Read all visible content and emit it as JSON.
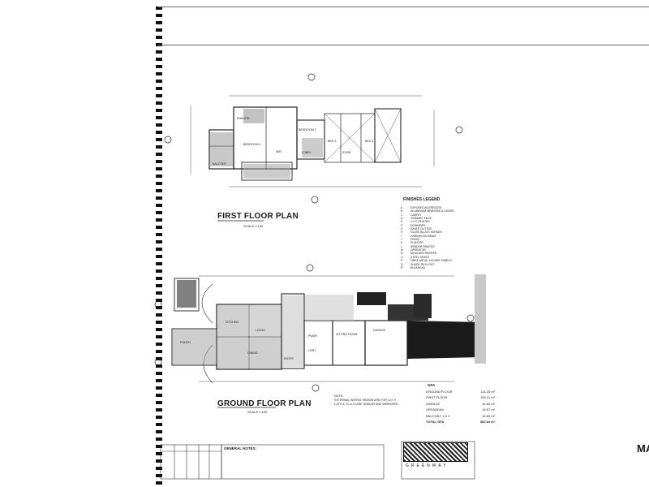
{
  "first_floor": {
    "title": "FIRST FLOOR PLAN",
    "scale": "SCALE 1:100",
    "rooms": [
      "BEDROOM 1",
      "ENSUITE",
      "WIR",
      "BEDROOM 2",
      "BED 3",
      "BED 4",
      "LOBBY",
      "STAIR",
      "BALCONY"
    ]
  },
  "ground_floor": {
    "title": "GROUND FLOOR PLAN",
    "scale": "SCALE 1:100",
    "rooms": [
      "KITCHEN",
      "LIVING",
      "DINING",
      "GARAGE",
      "PWDR",
      "LDRY",
      "ENTRY",
      "PORCH",
      "SITTING ROOM"
    ]
  },
  "finishes_legend": {
    "title": "FINISHES LEGEND",
    "items": [
      {
        "code": "A",
        "text": "EXPOSED AGGREGATE"
      },
      {
        "code": "B",
        "text": "ALUMINIUM WINDOWS & DOORS"
      },
      {
        "code": "C",
        "text": "CARPET"
      },
      {
        "code": "D",
        "text": "CERAMIC TILES"
      },
      {
        "code": "E",
        "text": "C.F.C PAINTED"
      },
      {
        "code": "F",
        "text": "DOWNPIPE"
      },
      {
        "code": "G",
        "text": "EAVES GUTTER"
      },
      {
        "code": "H",
        "text": "GLASS BLOCK SCREEN"
      },
      {
        "code": "I",
        "text": "HARDWOOD BEAM"
      },
      {
        "code": "J",
        "text": "FENCE"
      },
      {
        "code": "K",
        "text": "PLANTER"
      },
      {
        "code": "L",
        "text": "RENDER PAINTED"
      },
      {
        "code": "M",
        "text": "OPERATOR"
      },
      {
        "code": "N",
        "text": "MOULDED PAINTED"
      },
      {
        "code": "O",
        "text": "STEEL GRATE"
      },
      {
        "code": "P",
        "text": "FIBRE METAL LOUVRE PANELS"
      },
      {
        "code": "Q",
        "text": "SHADE SKYLIGHT"
      },
      {
        "code": "R",
        "text": "BULKHEAD"
      }
    ]
  },
  "gfa": {
    "title": "GFA",
    "rows": [
      {
        "label": "GROUND FLOOR",
        "value": "114.35 m²"
      },
      {
        "label": "FIRST FLOOR",
        "value": "109.21 m²"
      },
      {
        "label": "GARAGE",
        "value": "44.84 m²"
      },
      {
        "label": "VERANDAH",
        "value": "18.67 m²"
      },
      {
        "label": "BALCONY 1 & 2",
        "value": "15.84 m²"
      }
    ],
    "total_label": "TOTAL GFA",
    "total_value": "302.94 m²"
  },
  "note": {
    "heading": "NOTE:",
    "text1": "EXTERNAL WORKS SHOWN ARE FOR LOT 9",
    "text2": "LOTS 9, 10 & 11 ARE SIMILAR AND MIRRORED"
  },
  "title_block": {
    "general_notes": "GENERAL NOTES:",
    "brand": "GREENWAY",
    "sheet_code": "MA"
  }
}
